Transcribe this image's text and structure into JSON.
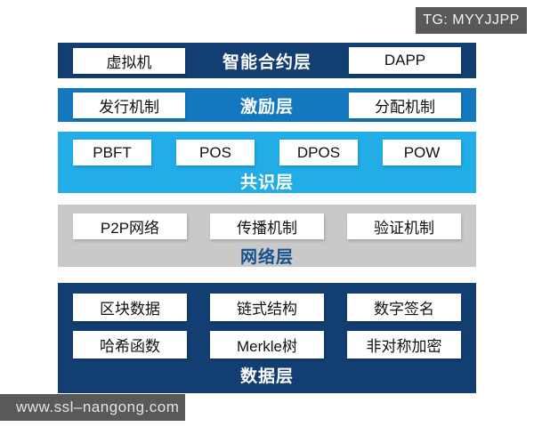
{
  "badges": {
    "telegram": "TG: MYYJJPP",
    "website": "www.ssl–nangong.com"
  },
  "colors": {
    "navy": "#123e72",
    "blue": "#1478bf",
    "cyan": "#22ade6",
    "gray_band": "#c9c9c9",
    "badge_gray": "#58595b",
    "network_label_blue": "#14518d",
    "box_bg": "#ffffff",
    "box_text": "#111111"
  },
  "layers": [
    {
      "id": "contract",
      "label": "智能合约层",
      "boxes": [
        "虚拟机",
        "DAPP"
      ]
    },
    {
      "id": "incentive",
      "label": "激励层",
      "boxes": [
        "发行机制",
        "分配机制"
      ]
    },
    {
      "id": "consensus",
      "label": "共识层",
      "boxes": [
        "PBFT",
        "POS",
        "DPOS",
        "POW"
      ]
    },
    {
      "id": "network",
      "label": "网络层",
      "boxes": [
        "P2P网络",
        "传播机制",
        "验证机制"
      ]
    },
    {
      "id": "data",
      "label": "数据层",
      "boxes": [
        "区块数据",
        "链式结构",
        "数字签名",
        "哈希函数",
        "Merkle树",
        "非对称加密"
      ]
    }
  ]
}
